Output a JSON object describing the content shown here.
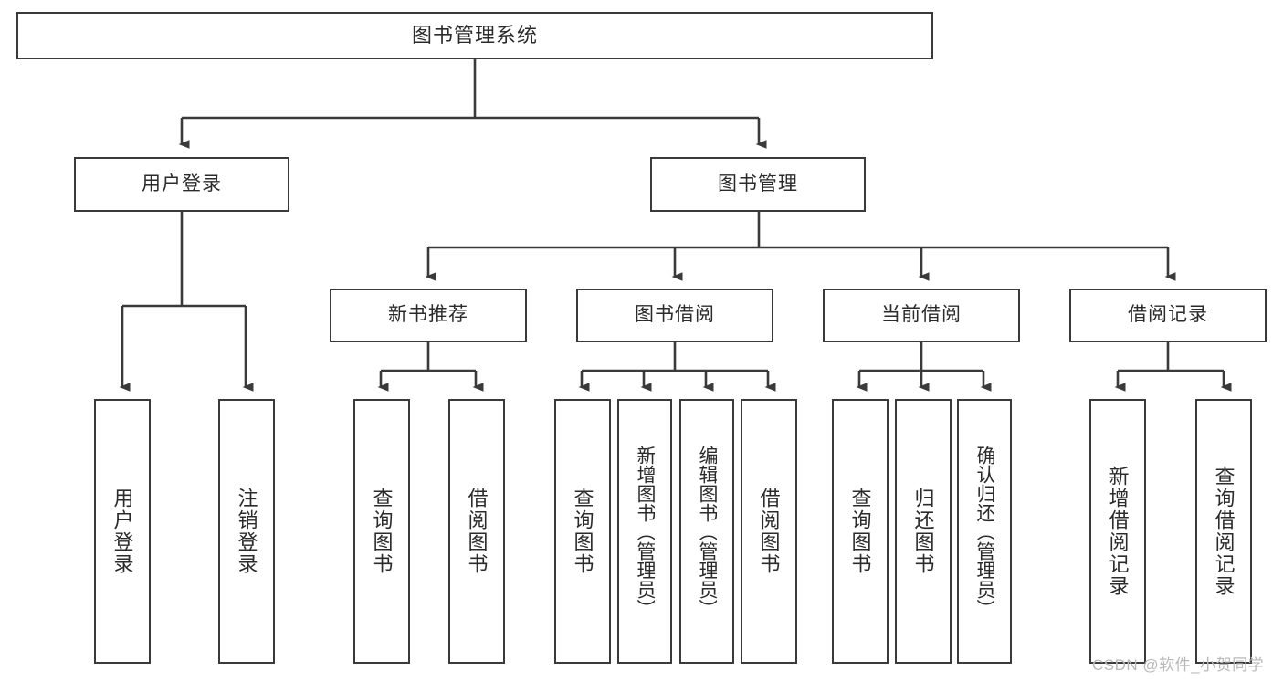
{
  "diagram": {
    "title": "图书管理系统",
    "type": "tree-hierarchy-diagram",
    "colors": {
      "stroke": "#3a3a3a",
      "fill": "#ffffff",
      "text": "#2b2b2b",
      "watermark": "#b9b9b9",
      "background": "#ffffff"
    },
    "root": {
      "label": "图书管理系统"
    },
    "level2": [
      {
        "label": "用户登录"
      },
      {
        "label": "图书管理"
      }
    ],
    "level3": [
      {
        "label": "新书推荐"
      },
      {
        "label": "图书借阅"
      },
      {
        "label": "当前借阅"
      },
      {
        "label": "借阅记录"
      }
    ],
    "leaves": {
      "user_login": [
        {
          "label": "用户登录"
        },
        {
          "label": "注销登录"
        }
      ],
      "new_book_recommend": [
        {
          "label": "查询图书"
        },
        {
          "label": "借阅图书"
        }
      ],
      "book_borrow": [
        {
          "label": "查询图书"
        },
        {
          "label": "新增图书（管理员）"
        },
        {
          "label": "编辑图书（管理员）"
        },
        {
          "label": "借阅图书"
        }
      ],
      "current_borrow": [
        {
          "label": "查询图书"
        },
        {
          "label": "归还图书"
        },
        {
          "label": "确认归还（管理员）"
        }
      ],
      "borrow_record": [
        {
          "label": "新增借阅记录"
        },
        {
          "label": "查询借阅记录"
        }
      ]
    }
  },
  "watermark": {
    "text": "CSDN @软件_小贺同学"
  }
}
